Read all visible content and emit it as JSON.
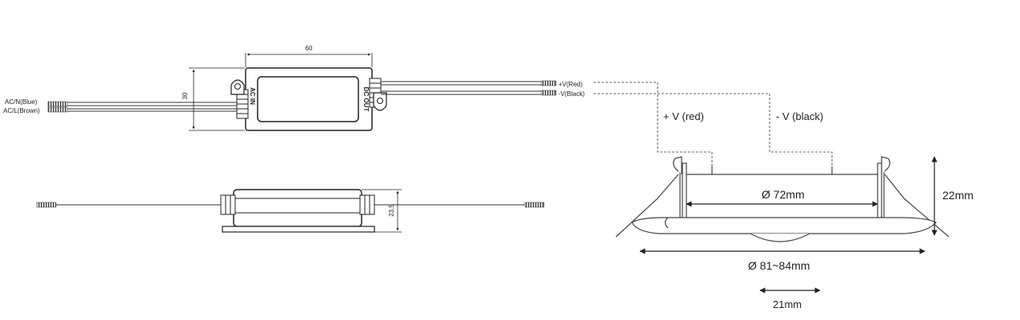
{
  "driver": {
    "dim_length": "60",
    "dim_height": "30",
    "dim_depth": "23.5",
    "input_label": "AC IN",
    "output_label": "DC OUT",
    "wire_input_neutral": "AC/N(Blue)",
    "wire_input_live": "AC/L(Brown)",
    "wire_output_positive": "+V(Red)",
    "wire_output_negative": "-V(Black)"
  },
  "connections": {
    "positive_label": "+ V (red)",
    "negative_label": "- V (black)"
  },
  "lamp": {
    "inner_diameter": "Ø 72mm",
    "outer_diameter": "Ø 81~84mm",
    "height": "22mm",
    "lens_width": "21mm"
  },
  "colors": {
    "line": "#222222",
    "wire_cap": "#555555"
  }
}
